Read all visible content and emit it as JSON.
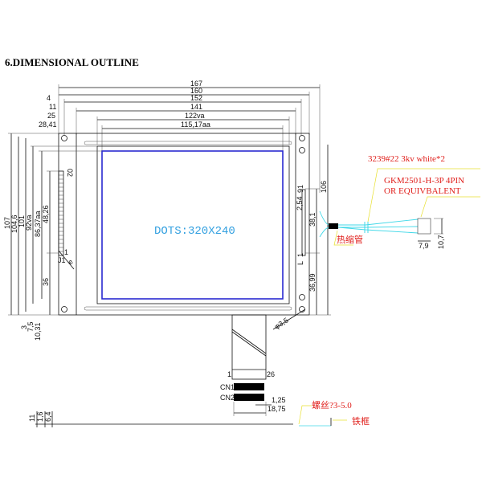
{
  "title": "6.DIMENSIONAL OUTLINE",
  "display_label": "DOTS:320X240",
  "top_dims": {
    "d167": "167",
    "d160": "160",
    "d152": "152",
    "d141": "141",
    "d122": "122va",
    "d115": "115,17aa",
    "d4": "4",
    "d11": "11",
    "d25": "25",
    "d2841": "28,41"
  },
  "left_dims": {
    "d107": "107",
    "d1046": "104,6",
    "d101": "101",
    "d92": "92va",
    "d8637": "86,37aa",
    "d4826": "48,26",
    "d36": "36",
    "d3": "3",
    "d75": "7,5",
    "d1031": "10,31"
  },
  "connector_left": {
    "pin_end": "02",
    "label": "J1",
    "pin_start": "1",
    "angle": "e"
  },
  "right_dims": {
    "d106": "106",
    "d381": "38,1",
    "d3699": "36,99",
    "d91": "91",
    "d254": "2,54",
    "pin1": "1",
    "pinL": "L",
    "hole": "φ3,5"
  },
  "cable": {
    "wire": "3239#22 3kv white*2",
    "connector_line1": "GKM2501-H-3P 4PIN",
    "connector_line2": "OR EQUIVBALENT",
    "heat_shrink": "热缩管",
    "d79": "7,9",
    "d107": "10,7"
  },
  "fpc": {
    "pin_first": "1",
    "pin_last": "26",
    "cn1": "CN1",
    "cn2": "CN2",
    "d125": "1,25",
    "d1875": "18,75"
  },
  "side_view": {
    "d11": "11",
    "d16": "1,6",
    "d64": "6,4",
    "screw": "螺丝?3-5.0",
    "frame": "铁框"
  },
  "colors": {
    "active_area": "#2a2ad0",
    "annotation": "#e0201c",
    "leader": "#e8e030",
    "cable": "#40d8e8"
  }
}
